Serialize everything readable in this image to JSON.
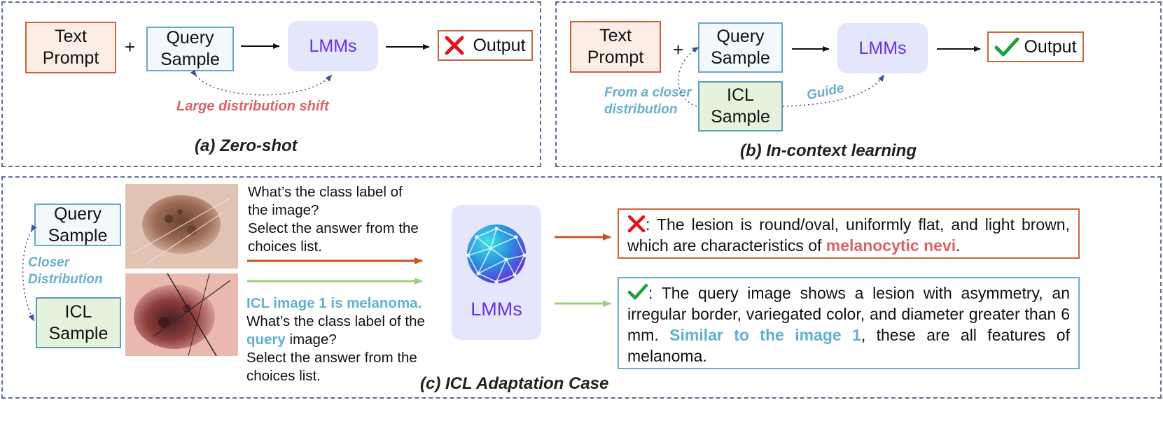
{
  "panel_a": {
    "text_prompt": "Text\nPrompt",
    "plus": "+",
    "query_sample": "Query\nSample",
    "lmms": "LMMs",
    "output": "Output",
    "shift_note": "Large distribution shift",
    "caption": "(a) Zero-shot"
  },
  "panel_b": {
    "text_prompt": "Text\nPrompt",
    "plus": "+",
    "query_sample": "Query\nSample",
    "icl_sample": "ICL\nSample",
    "lmms": "LMMs",
    "output": "Output",
    "closer_note": "From a closer\ndistribution",
    "guide_note": "Guide",
    "caption": "(b) In-context learning"
  },
  "panel_c": {
    "query_sample": "Query\nSample",
    "icl_sample": "ICL\nSample",
    "closer_note": "Closer\nDistribution",
    "query_prompt": {
      "line1": "What’s the class label of",
      "line2": "the image?",
      "line3": "Select the answer from the",
      "line4": "choices list."
    },
    "icl_prompt": {
      "icl_line": "ICL image 1 is melanoma.",
      "line1": "What’s the class label of the",
      "query_word": "query",
      "image_word": " image?",
      "line3": "Select the answer from the",
      "line4": "choices list."
    },
    "lmms": "LMMs",
    "wrong_answer": {
      "prefix": ":  The lesion is round/oval, uniformly flat, and light brown, which are characteristics of ",
      "highlight": "melanocytic nevi",
      "suffix": "."
    },
    "right_answer": {
      "prefix": ":  The query image shows a lesion with asymmetry, an irregular border, variegated color, and diameter greater than 6 mm. ",
      "highlight": "Similar to the image 1",
      "suffix": ", these are all features of melanoma."
    },
    "caption": "(c) ICL Adaptation Case"
  },
  "colors": {
    "panel_border": "#5b6d96",
    "prompt_border": "#c5673f",
    "query_border": "#6aa8c8",
    "lmm_text": "#6a2fe6",
    "wrong_mark": "#e0161c",
    "right_mark": "#1f9e3c",
    "red_note": "#d9646a",
    "blue_note": "#6aaecb",
    "orange_arrow": "#c2571c",
    "green_arrow": "#9ed07a"
  },
  "icons": [
    "cross-mark-icon",
    "check-mark-icon",
    "lmm-sphere-icon"
  ]
}
